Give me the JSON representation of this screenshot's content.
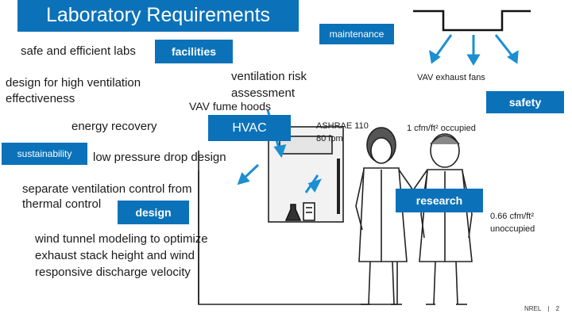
{
  "slide": {
    "title": "Laboratory Requirements",
    "labels": {
      "maintenance": "maintenance",
      "facilities": "facilities",
      "safe_efficient": "safe and efficient labs",
      "high_ventilation_1": "design for high ventilation",
      "high_ventilation_2": "effectiveness",
      "vent_risk_1": "ventilation risk",
      "vent_risk_2": "assessment",
      "fume_hoods": "VAV fume hoods",
      "vav_exhaust": "VAV exhaust fans",
      "safety": "safety",
      "energy_recovery": "energy recovery",
      "hvac": "HVAC",
      "ashrae_1": "ASHRAE 110",
      "ashrae_2": "80 fpm",
      "occupied": "1 cfm/ft² occupied",
      "sustainability": "sustainability",
      "low_pressure": "low pressure drop design",
      "separate_1": "separate ventilation control from",
      "separate_2": "thermal control",
      "design": "design",
      "research": "research",
      "unoccupied_1": "0.66 cfm/ft²",
      "unoccupied_2": "unoccupied",
      "wind_1": "wind tunnel modeling to optimize",
      "wind_2": "exhaust stack height and wind",
      "wind_3": "responsive discharge velocity"
    },
    "footer": {
      "org": "NREL",
      "sep": "|",
      "page": "2"
    }
  },
  "colors": {
    "accent": "#0b72b9",
    "arrow": "#1b8fd2",
    "outline": "#333333"
  },
  "icons": [
    "exhaust-hood-icon",
    "fume-hood-icon",
    "scientist-woman-icon",
    "scientist-man-icon",
    "lab-flask-icon"
  ]
}
